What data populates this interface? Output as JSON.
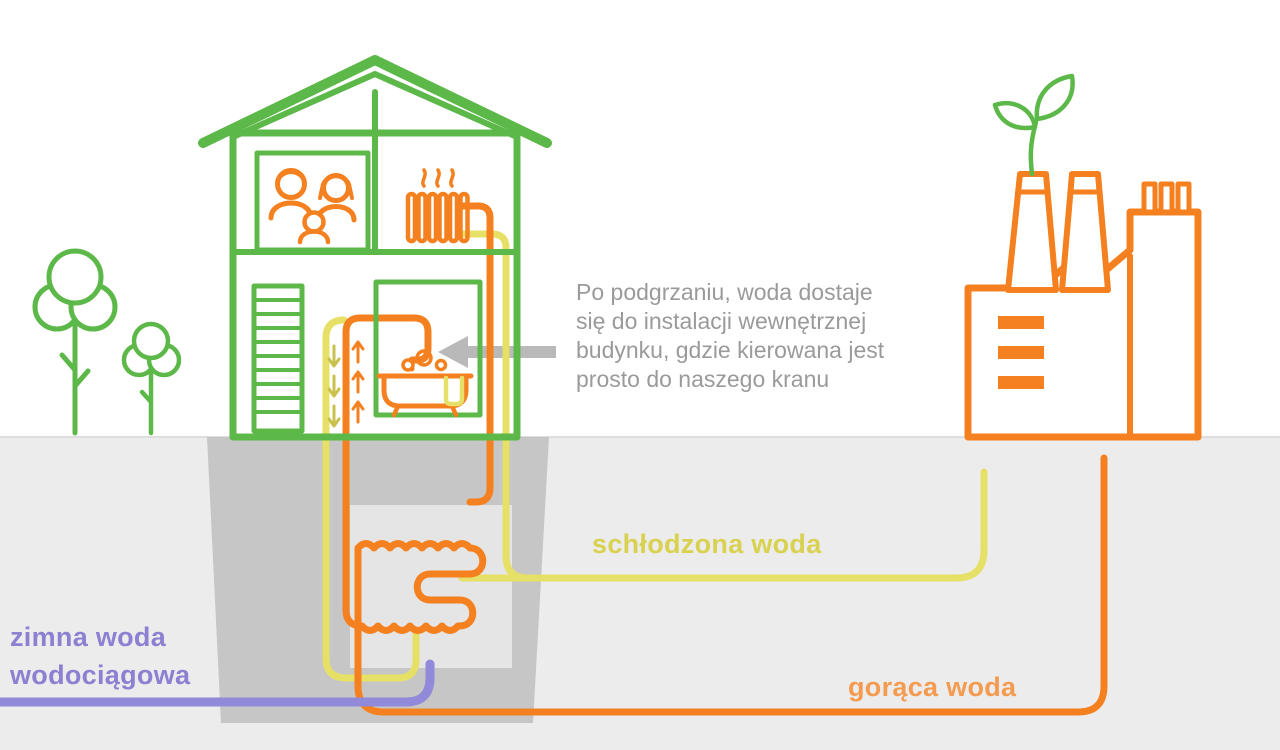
{
  "annotation": {
    "lines": [
      "Po podgrzaniu, woda dostaje",
      "się do instalacji wewnętrznej",
      "budynku, gdzie kierowana jest",
      "prosto do naszego kranu"
    ]
  },
  "pipe_labels": {
    "cooled_water": "schłodzona woda",
    "hot_water": "gorąca woda",
    "cold_water_line1": "zimna woda",
    "cold_water_line2": "wodociągowa"
  },
  "colors": {
    "house_green": "#5cb848",
    "pipe_orange": "#f5801f",
    "cooled_yellow": "#e6e067",
    "cold_purple": "#9189d9",
    "annotation_gray": "#9a9a9a",
    "arrow_gray": "#b9b9b9",
    "underground_gray": "#ececec",
    "foundation_gray": "#c6c6c6",
    "exchanger_box_gray": "#e5e5e5"
  },
  "icons": [
    "house-icon",
    "family-icon",
    "radiator-icon",
    "bathtub-icon",
    "stairs-icon",
    "tree-large-icon",
    "tree-small-icon",
    "factory-icon",
    "plant-sprout-icon",
    "arrow-left-icon",
    "heat-exchanger-icon"
  ]
}
